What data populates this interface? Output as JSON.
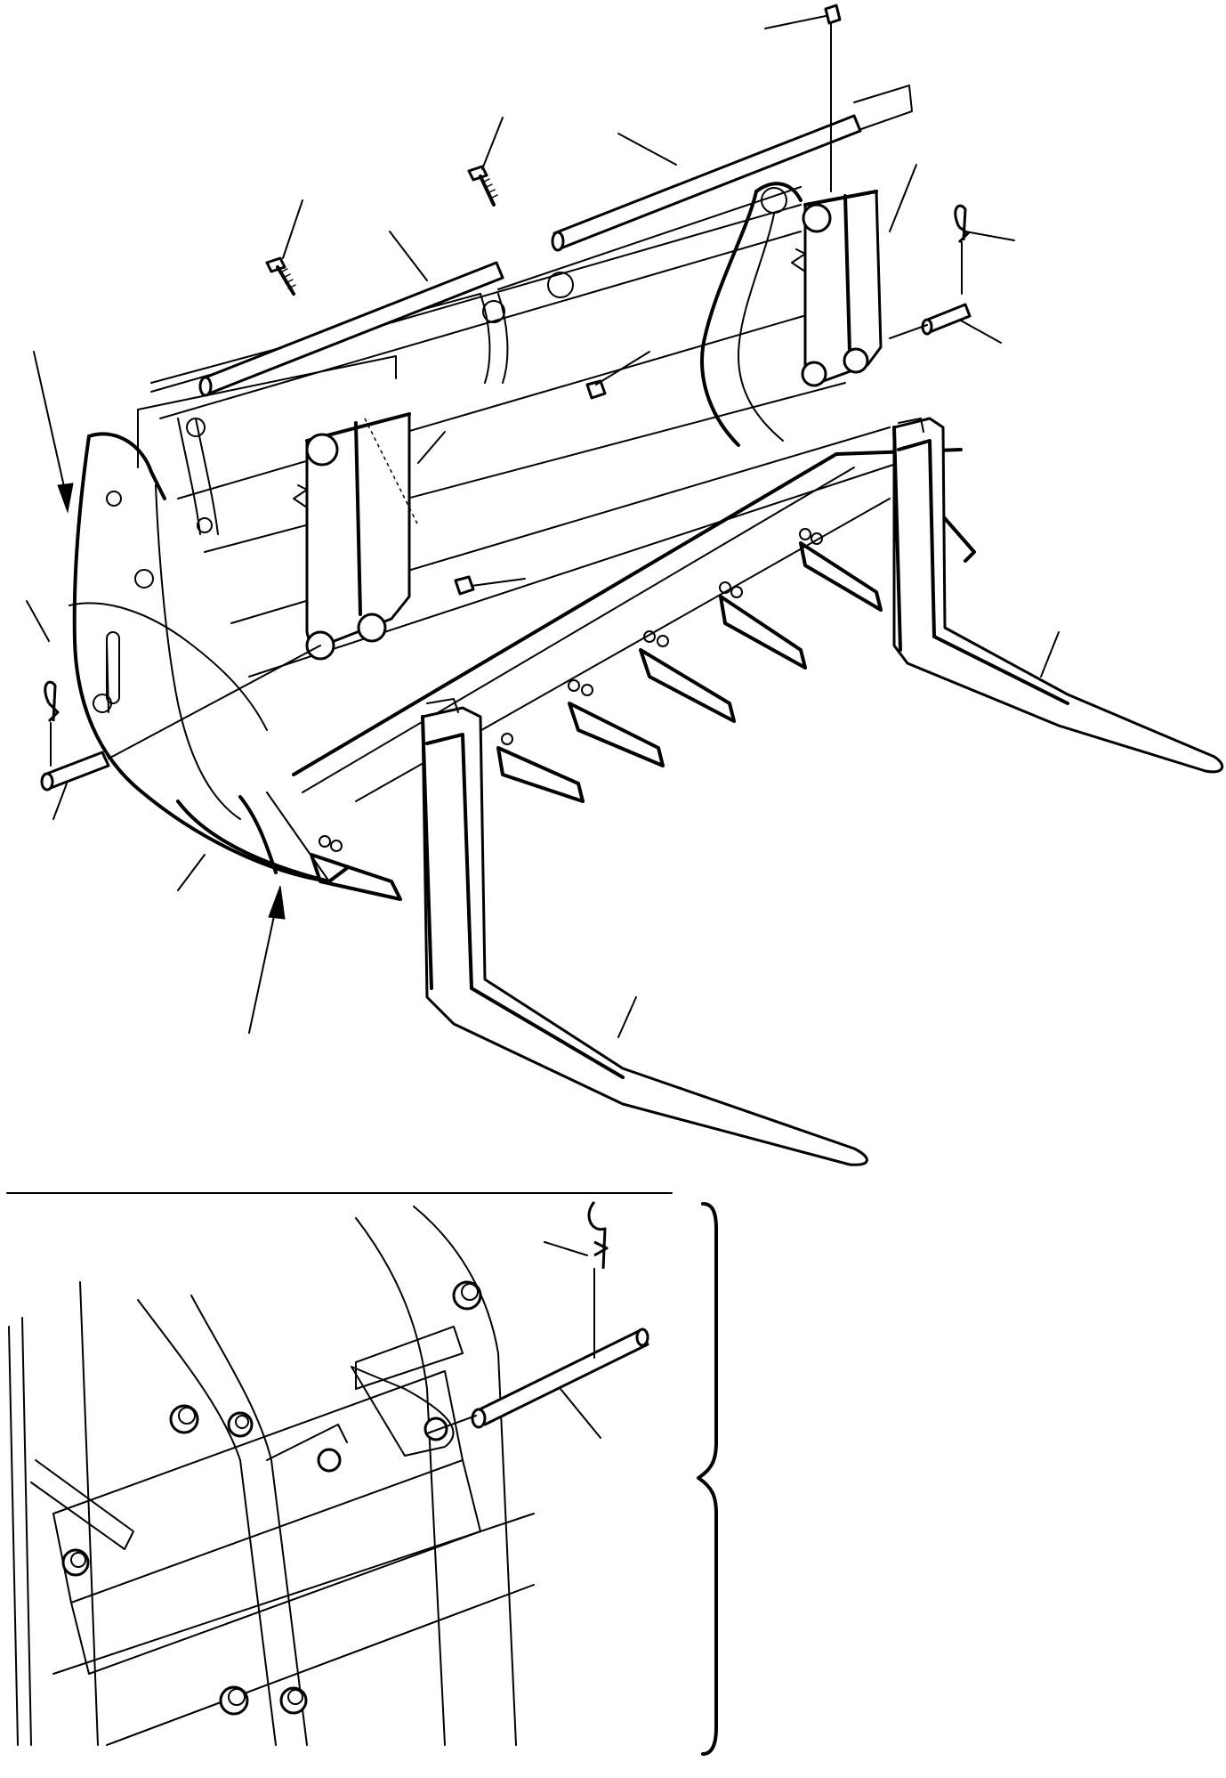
{
  "figure": {
    "upper_view": {
      "parts": [
        "bucket",
        "fork-left",
        "fork-right",
        "fork-bracket-left",
        "fork-bracket-right",
        "shaft-left",
        "shaft-right",
        "bolt",
        "nut",
        "grease-nipple",
        "pin",
        "linch-pin",
        "teeth"
      ]
    },
    "detail_view": {
      "parts": [
        "loader-arm-detail",
        "pin",
        "linch-pin"
      ]
    }
  }
}
